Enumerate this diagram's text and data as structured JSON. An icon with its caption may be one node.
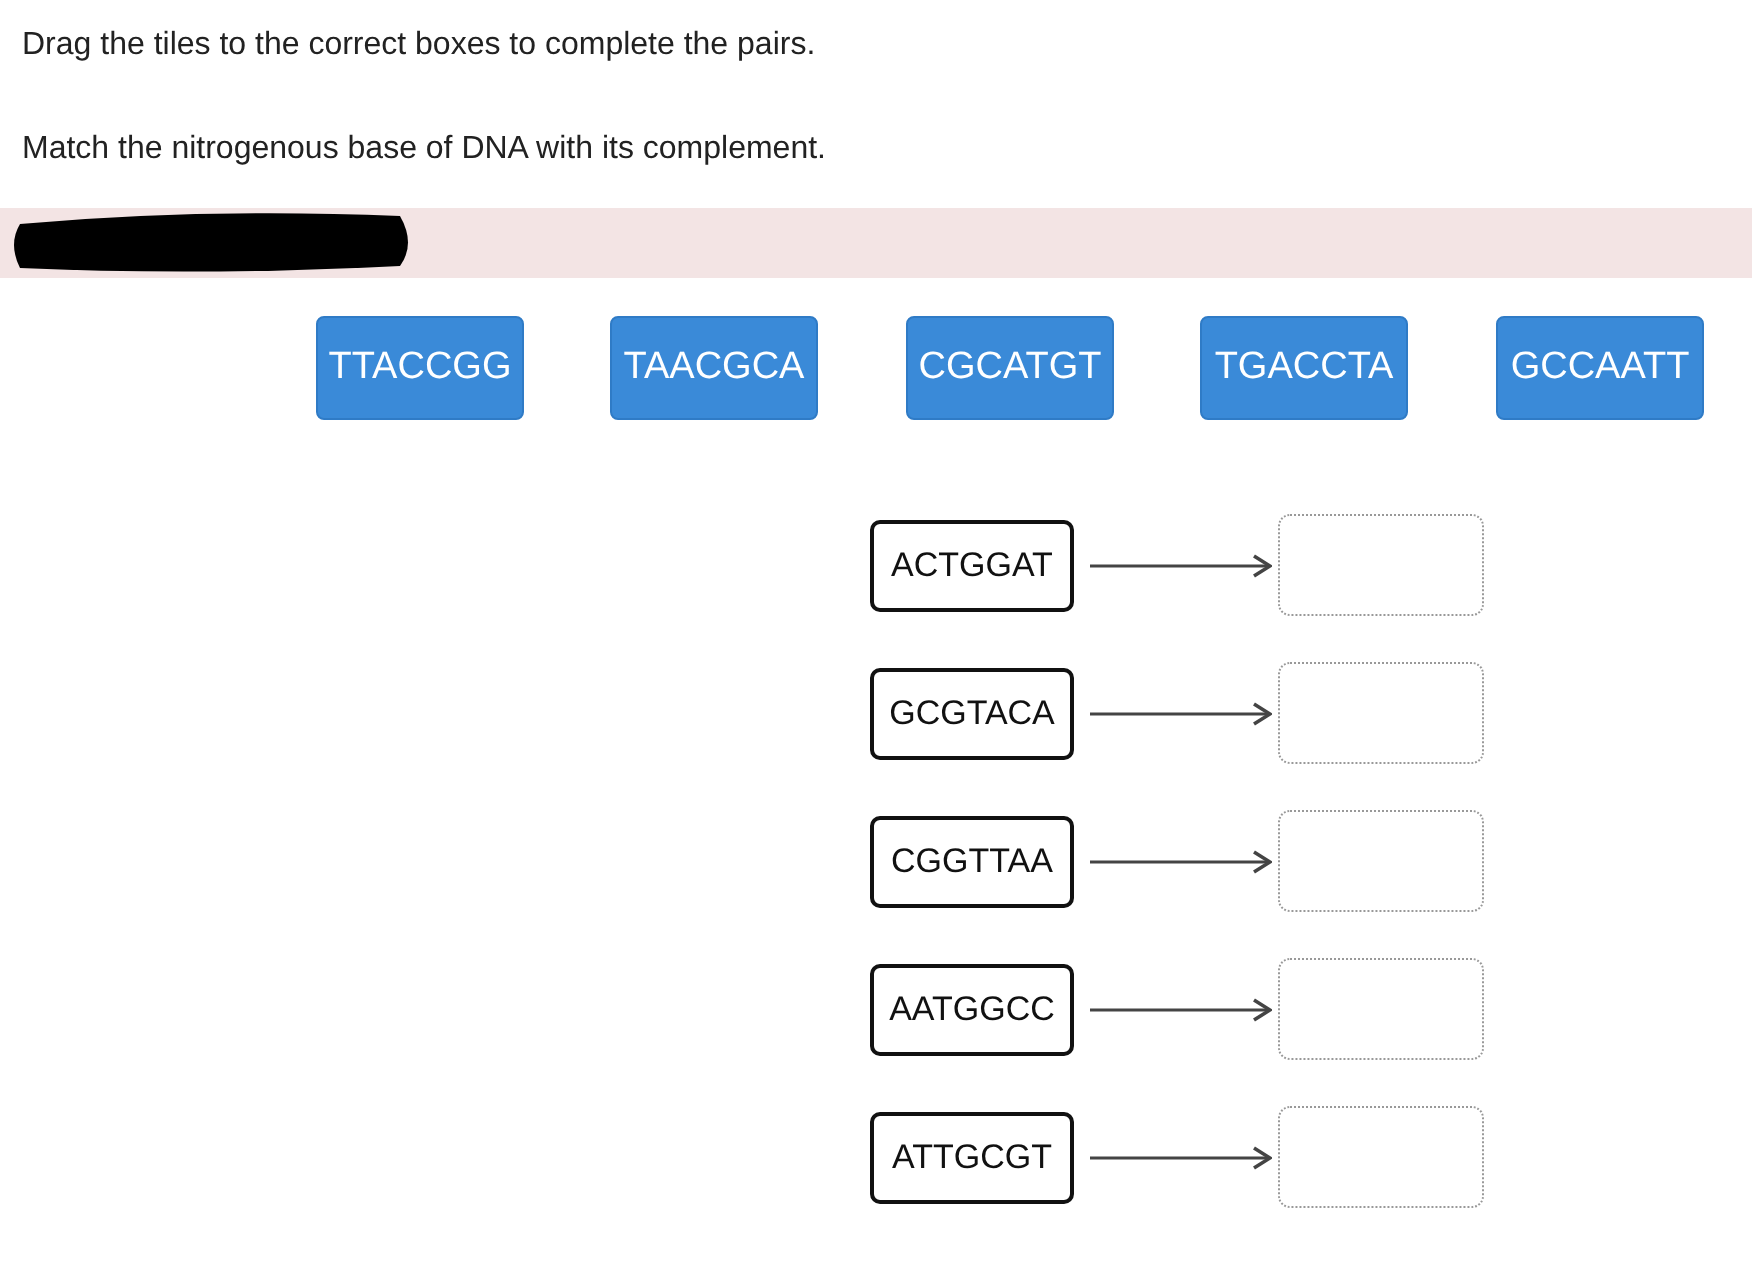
{
  "diagram": {
    "nodes": [
      {
        "text": [
          "TTACCGG"
        ]
      },
      {
        "text": [
          "TAACGCA"
        ]
      },
      {
        "text": [
          "CGCATGT"
        ]
      },
      {
        "text": [
          "TGACCTA"
        ]
      },
      {
        "text": [
          "GCCAATT"
        ]
      },
      {
        "text": [
          "ACTGGAT"
        ]
      },
      {
        "text": [],
        "shape": "box"
      },
      {
        "text": [
          "GCGTACA"
        ]
      },
      {
        "text": [],
        "shape": "box"
      },
      {
        "text": [
          "CGGTTAA"
        ]
      },
      {
        "text": [],
        "shape": "box"
      },
      {
        "text": [
          "AATGGCC"
        ]
      },
      {
        "text": [],
        "shape": "box"
      },
      {
        "text": [
          "ATTGCGT"
        ]
      },
      {
        "text": [],
        "shape": "box"
      }
    ],
    "edges": [
      {
        "from": 5,
        "to": 6,
        "arrow": "to"
      },
      {
        "from": 7,
        "to": 8,
        "arrow": "to"
      },
      {
        "from": 9,
        "to": 10,
        "arrow": "to"
      },
      {
        "from": 11,
        "to": 12,
        "arrow": "to"
      },
      {
        "from": 13,
        "to": 14,
        "arrow": "to"
      }
    ],
    "labels": [
      "Drag the tiles to the correct boxes to complete the pairs.",
      "Match the nitrogenous base of DNA with its complement."
    ]
  }
}
